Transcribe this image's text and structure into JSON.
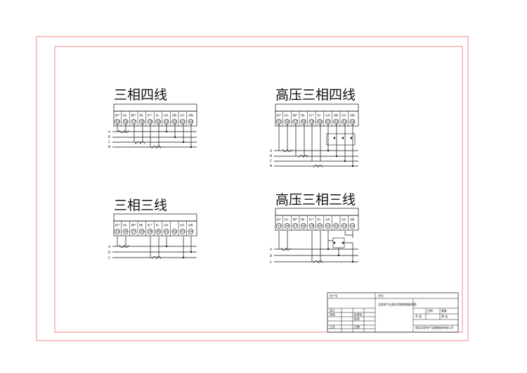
{
  "sheet": {
    "border_color": "#f08a8a",
    "line_color": "#111111"
  },
  "diagrams": [
    {
      "title": "三相四线",
      "terminals": [
        {
          "label": "IA*",
          "num": "55"
        },
        {
          "label": "IA-",
          "num": "56"
        },
        {
          "label": "IB*",
          "num": "57"
        },
        {
          "label": "IB-",
          "num": "58"
        },
        {
          "label": "IC*",
          "num": "59"
        },
        {
          "label": "IC-",
          "num": "60"
        },
        {
          "label": "UA",
          "num": "61"
        },
        {
          "label": "UB",
          "num": "62"
        },
        {
          "label": "UC",
          "num": "63"
        },
        {
          "label": "UN",
          "num": "64"
        }
      ],
      "phases": [
        "A",
        "B",
        "C",
        "N"
      ]
    },
    {
      "title": "高压三相四线",
      "terminals": [
        {
          "label": "IA*",
          "num": "55"
        },
        {
          "label": "IA-",
          "num": "56"
        },
        {
          "label": "IB*",
          "num": "57"
        },
        {
          "label": "IB-",
          "num": "58"
        },
        {
          "label": "IC*",
          "num": "59"
        },
        {
          "label": "IC-",
          "num": "60"
        },
        {
          "label": "UA",
          "num": "61"
        },
        {
          "label": "UB",
          "num": "62"
        },
        {
          "label": "UC",
          "num": "63"
        },
        {
          "label": "UN",
          "num": "64"
        }
      ],
      "phases": [
        "A",
        "B",
        "C",
        "N"
      ]
    },
    {
      "title": "三相三线",
      "terminals": [
        {
          "label": "IA*",
          "num": "55"
        },
        {
          "label": "IA-",
          "num": "56"
        },
        {
          "label": "IB*",
          "num": "57"
        },
        {
          "label": "IB-",
          "num": "58"
        },
        {
          "label": "IC*",
          "num": "59"
        },
        {
          "label": "IC-",
          "num": "60"
        },
        {
          "label": "UA",
          "num": "61"
        },
        {
          "label": "",
          "num": "62"
        },
        {
          "label": "UC",
          "num": "63"
        },
        {
          "label": "UB",
          "num": "64"
        }
      ],
      "phases": [
        "A",
        "B",
        "C"
      ]
    },
    {
      "title": "高压三相三线",
      "terminals": [
        {
          "label": "IA*",
          "num": "55"
        },
        {
          "label": "IA-",
          "num": "56"
        },
        {
          "label": "IB*",
          "num": "57"
        },
        {
          "label": "IB-",
          "num": "58"
        },
        {
          "label": "IC*",
          "num": "59"
        },
        {
          "label": "IC-",
          "num": "60"
        },
        {
          "label": "UA",
          "num": "61"
        },
        {
          "label": "",
          "num": "62"
        },
        {
          "label": "UC",
          "num": "63"
        },
        {
          "label": "UB",
          "num": "64"
        }
      ],
      "phases": [
        "A",
        "B",
        "C"
      ]
    }
  ],
  "title_block": {
    "drawing_no_label": "生产号",
    "code_label": "代号",
    "drawing_name": "全部电气仪表及控制线路接线图",
    "cells": {
      "design": "设计",
      "check": "审核",
      "std_check": "标准化",
      "approve": "批准",
      "process": "工艺",
      "ratio_hdr": "比例",
      "weight_hdr": "重量",
      "sheets": "共 张",
      "sheet_no": "第 张",
      "date": "日期",
      "company": "保定北恒电气设备制造有限公司"
    }
  }
}
